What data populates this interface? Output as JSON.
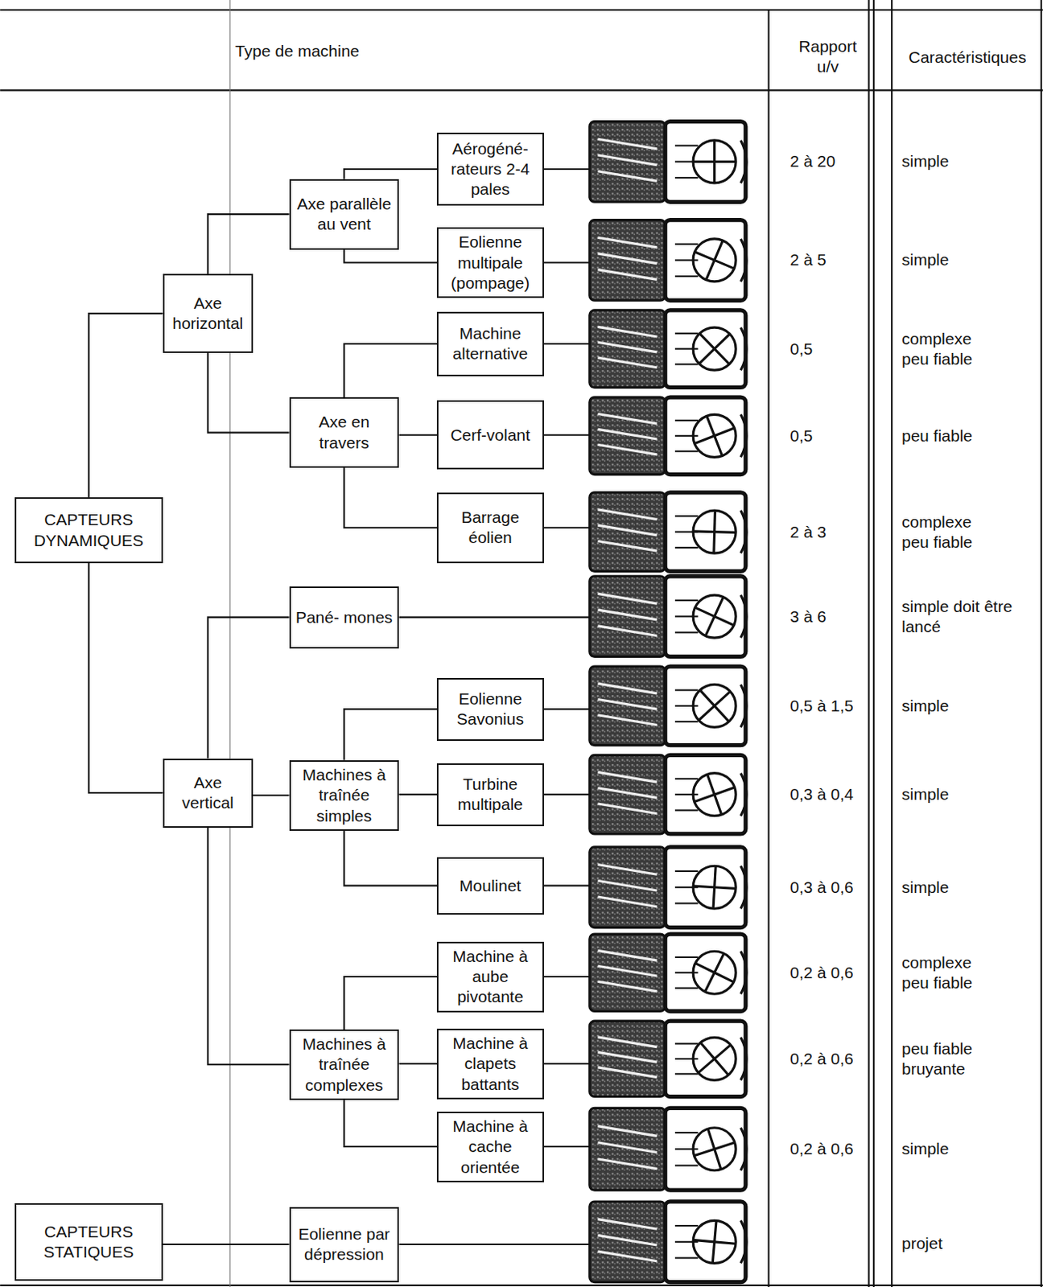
{
  "diagram": {
    "nodes": [
      {
        "text": [
          "CAPTEURS DYNAMIQUES"
        ]
      },
      {
        "text": [
          "Axe horizontal"
        ]
      },
      {
        "text": [
          "Axe parallèle au vent"
        ]
      },
      {
        "text": [
          "Aérogéné- rateurs 2-4 pales"
        ]
      },
      {
        "text": [
          "Eolienne multipale (pompage)"
        ]
      },
      {
        "text": [
          "Axe en travers"
        ]
      },
      {
        "text": [
          "Machine alternative"
        ]
      },
      {
        "text": [
          "Cerf-volant"
        ]
      },
      {
        "text": [
          "Barrage éolien"
        ]
      },
      {
        "text": [
          "Axe vertical"
        ]
      },
      {
        "text": [
          "Pané- mones"
        ]
      },
      {
        "text": [
          "Machines à traînée simples"
        ]
      },
      {
        "text": [
          "Eolienne Savonius"
        ]
      },
      {
        "text": [
          "Turbine multipale"
        ]
      },
      {
        "text": [
          "Moulinet"
        ]
      },
      {
        "text": [
          "Machines à traînée complexes"
        ]
      },
      {
        "text": [
          "Machine à aube pivotante"
        ]
      },
      {
        "text": [
          "Machine à clapets battants"
        ]
      },
      {
        "text": [
          "Machine à cache orientée"
        ]
      },
      {
        "text": [
          "CAPTEURS STATIQUES"
        ]
      },
      {
        "text": [
          "Eolienne par dépression"
        ]
      }
    ],
    "edges": [
      {
        "from": 0,
        "to": 1,
        "arrow": "none"
      },
      {
        "from": 0,
        "to": 9,
        "arrow": "none"
      },
      {
        "from": 1,
        "to": 2,
        "arrow": "none"
      },
      {
        "from": 1,
        "to": 5,
        "arrow": "none"
      },
      {
        "from": 2,
        "to": 3,
        "arrow": "none"
      },
      {
        "from": 2,
        "to": 4,
        "arrow": "none"
      },
      {
        "from": 5,
        "to": 6,
        "arrow": "none"
      },
      {
        "from": 5,
        "to": 7,
        "arrow": "none"
      },
      {
        "from": 5,
        "to": 8,
        "arrow": "none"
      },
      {
        "from": 9,
        "to": 10,
        "arrow": "none"
      },
      {
        "from": 9,
        "to": 11,
        "arrow": "none"
      },
      {
        "from": 9,
        "to": 15,
        "arrow": "none"
      },
      {
        "from": 11,
        "to": 12,
        "arrow": "none"
      },
      {
        "from": 11,
        "to": 13,
        "arrow": "none"
      },
      {
        "from": 11,
        "to": 14,
        "arrow": "none"
      },
      {
        "from": 15,
        "to": 16,
        "arrow": "none"
      },
      {
        "from": 15,
        "to": 17,
        "arrow": "none"
      },
      {
        "from": 15,
        "to": 18,
        "arrow": "none"
      },
      {
        "from": 19,
        "to": 20,
        "arrow": "none"
      }
    ],
    "labels": [
      "Type de machine",
      "Rapport u/v",
      "Caractéristiques",
      "2 à 20",
      "simple",
      "2 à 5",
      "simple",
      "0,5",
      "complexe peu fiable",
      "0,5",
      "peu fiable",
      "2 à 3",
      "complexe peu fiable",
      "3 à 6",
      "simple doit être lancé",
      "0,5 à 1,5",
      "simple",
      "0,3 à 0,4",
      "simple",
      "0,3 à 0,6",
      "simple",
      "0,2 à 0,6",
      "complexe peu fiable",
      "0,2 à 0,6",
      "peu fiable bruyante",
      "0,2 à 0,6",
      "simple",
      "projet"
    ]
  }
}
